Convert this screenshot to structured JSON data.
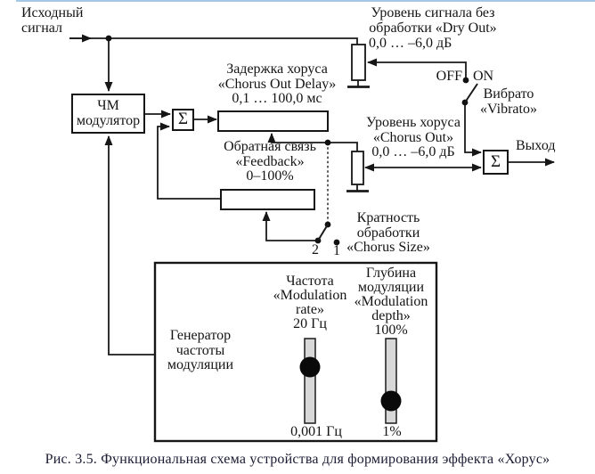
{
  "caption": "Рис. 3.5. Функциональная схема устройства для формирования эффекта «Хорус»",
  "labels": {
    "source": [
      "Исходный",
      "сигнал"
    ],
    "dry_level": {
      "lines": [
        "Уровень сигнала без",
        "обработки «Dry Out»"
      ],
      "range": "0,0 … –6,0 дБ"
    },
    "delay": [
      "Задержка хоруса",
      "«Chorus Out Delay»",
      "0,1 … 100,0 мс"
    ],
    "feedback": [
      "Обратная связь",
      "«Feedback»",
      "0–100%"
    ],
    "chorus_level": [
      "Уровень хоруса",
      "«Chorus Out»",
      "0,0 … –6,0 дБ"
    ],
    "chorus_size": [
      "Кратность",
      "обработки",
      "«Chorus Size»"
    ],
    "vibrato": {
      "off": "OFF",
      "on": "ON",
      "lines": [
        "Вибрато",
        "«Vibrato»"
      ]
    },
    "output": "Выход",
    "fm_modulator": [
      "ЧМ",
      "модулятор"
    ],
    "sigma": "Σ",
    "generator": [
      "Генератор",
      "частоты",
      "модуляции"
    ],
    "rate": {
      "lines": [
        "Частота",
        "«Modulation",
        "rate»",
        "20 Гц"
      ],
      "min": "0,001 Гц"
    },
    "depth": {
      "lines": [
        "Глубина",
        "модуляции",
        "«Modulation",
        "depth»",
        "100%"
      ],
      "min": "1%"
    },
    "switch2": "2",
    "switch1": "1"
  },
  "colors": {
    "line": "#1a1a1a",
    "text": "#141414",
    "caption_text": "#1b1b33",
    "top_rule": "#a5c7e6",
    "slider_track": "#d8d8d8",
    "knob": "#0a0a0a"
  }
}
